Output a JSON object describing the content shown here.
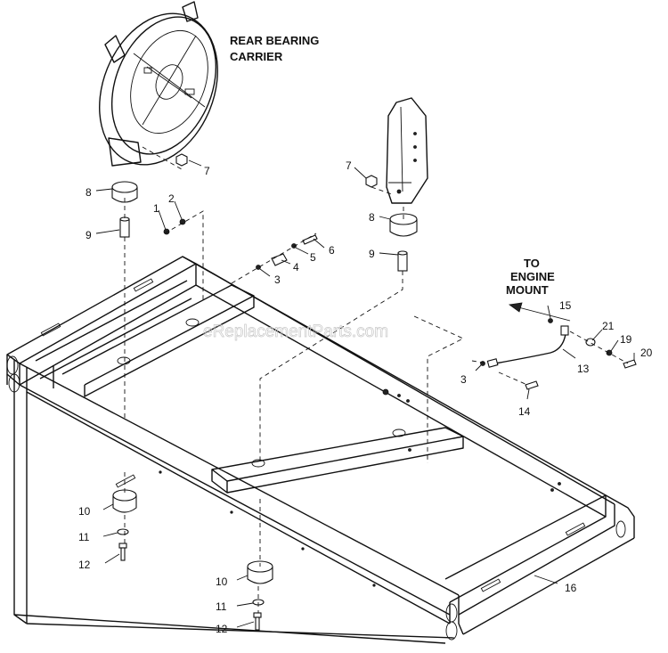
{
  "labels": {
    "rear_bearing_carrier": [
      "REAR BEARING",
      "CARRIER"
    ],
    "engine_mount": [
      "TO",
      "ENGINE",
      "MOUNT"
    ]
  },
  "watermark": "eReplacementParts.com",
  "callouts": {
    "c1": "1",
    "c2": "2",
    "c3a": "3",
    "c3b": "3",
    "c4": "4",
    "c5": "5",
    "c6": "6",
    "c7a": "7",
    "c7b": "7",
    "c8a": "8",
    "c8b": "8",
    "c9a": "9",
    "c9b": "9",
    "c10a": "10",
    "c10b": "10",
    "c11a": "11",
    "c11b": "11",
    "c12a": "12",
    "c12b": "12",
    "c13": "13",
    "c14": "14",
    "c15": "15",
    "c16": "16",
    "c19": "19",
    "c20": "20",
    "c21": "21"
  }
}
